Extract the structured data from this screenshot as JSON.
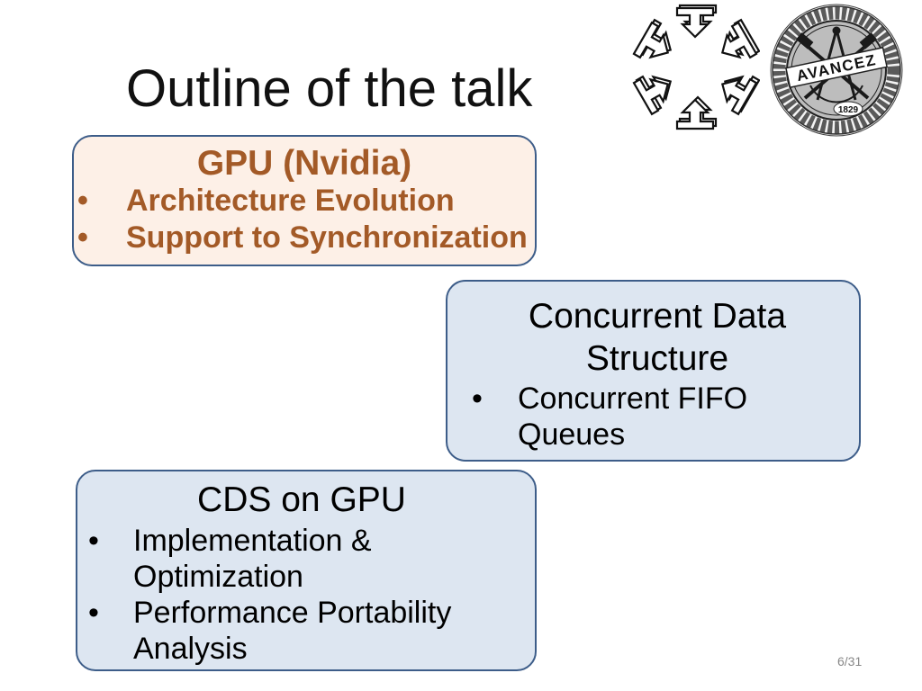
{
  "slide": {
    "title": "Outline of the talk",
    "page_number": "6/31"
  },
  "logos": {
    "hexagon_logo": {
      "icon": "hexagon-arrows-logo"
    },
    "seal": {
      "icon": "university-seal-logo",
      "motto": "AVANCEZ",
      "year": "1829"
    }
  },
  "bullet_glyph": "•",
  "sections": [
    {
      "title": "GPU (Nvidia)",
      "bullets": [
        "Architecture Evolution",
        "Support to Synchronization"
      ]
    },
    {
      "title": "Concurrent Data Structure",
      "bullets": [
        "Concurrent FIFO Queues"
      ]
    },
    {
      "title": "CDS on GPU",
      "bullets": [
        "Implementation & Optimization",
        "Performance Portability Analysis"
      ]
    }
  ],
  "colors": {
    "title_text": "#111111",
    "box_border": "#3d5d89",
    "gpu_box_fill": "#fdf0e7",
    "section_box_fill": "#dde6f1",
    "accent_text": "#a35a27",
    "page_number_text": "#888888"
  }
}
